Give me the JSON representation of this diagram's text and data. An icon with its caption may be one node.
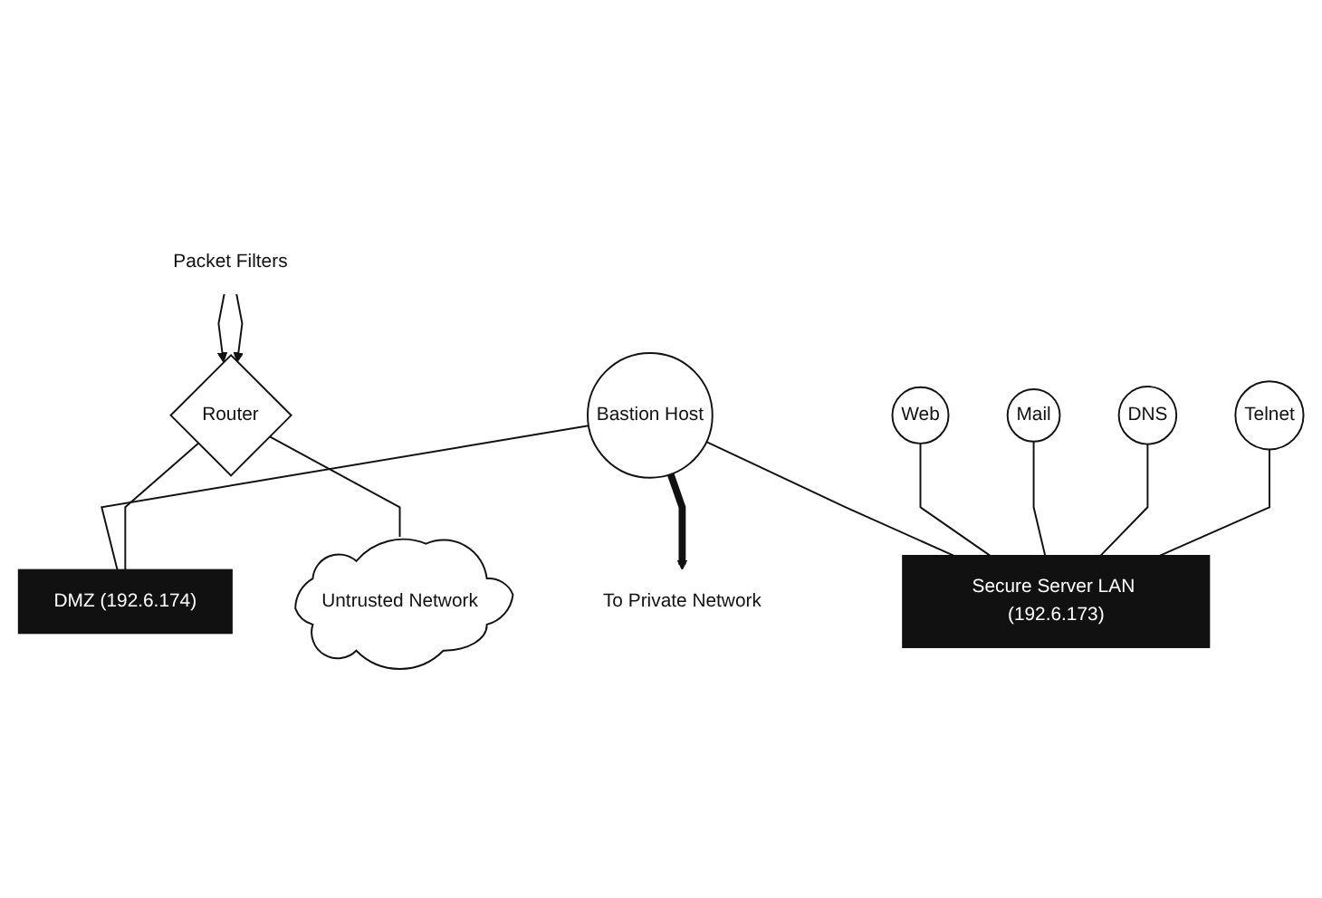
{
  "diagram": {
    "nodes": [
      {
        "text": [
          "Bastion Host"
        ]
      },
      {
        "text": [
          "Router"
        ]
      },
      {
        "text": [
          "Untrusted Network"
        ]
      },
      {
        "text": [
          "Packet Filters"
        ]
      },
      {
        "text": [
          "DMZ (192.6.174)"
        ]
      },
      {
        "text": [
          "To Private Network"
        ]
      },
      {
        "text": [
          "Web"
        ]
      },
      {
        "text": [
          "Mail"
        ]
      },
      {
        "text": [
          "DNS"
        ]
      },
      {
        "text": [
          "Telnet"
        ]
      },
      {
        "text": [
          "Secure Server LAN (192.6.173)"
        ]
      }
    ],
    "edges": [
      {
        "from": 0,
        "to": 5,
        "arrow": "to",
        "style": "thick"
      },
      {
        "from": 0,
        "to": 4,
        "arrow": "none"
      },
      {
        "from": 1,
        "to": 4,
        "arrow": "none"
      },
      {
        "from": 1,
        "to": 2,
        "arrow": "none"
      },
      {
        "from": 3,
        "to": 1,
        "arrow": "to"
      },
      {
        "from": 3,
        "to": 1,
        "arrow": "to"
      },
      {
        "from": 0,
        "to": 10,
        "arrow": "none"
      },
      {
        "from": 6,
        "to": 10,
        "arrow": "none"
      },
      {
        "from": 7,
        "to": 10,
        "arrow": "none"
      },
      {
        "from": 8,
        "to": 10,
        "arrow": "none"
      },
      {
        "from": 9,
        "to": 10,
        "arrow": "none"
      }
    ]
  }
}
